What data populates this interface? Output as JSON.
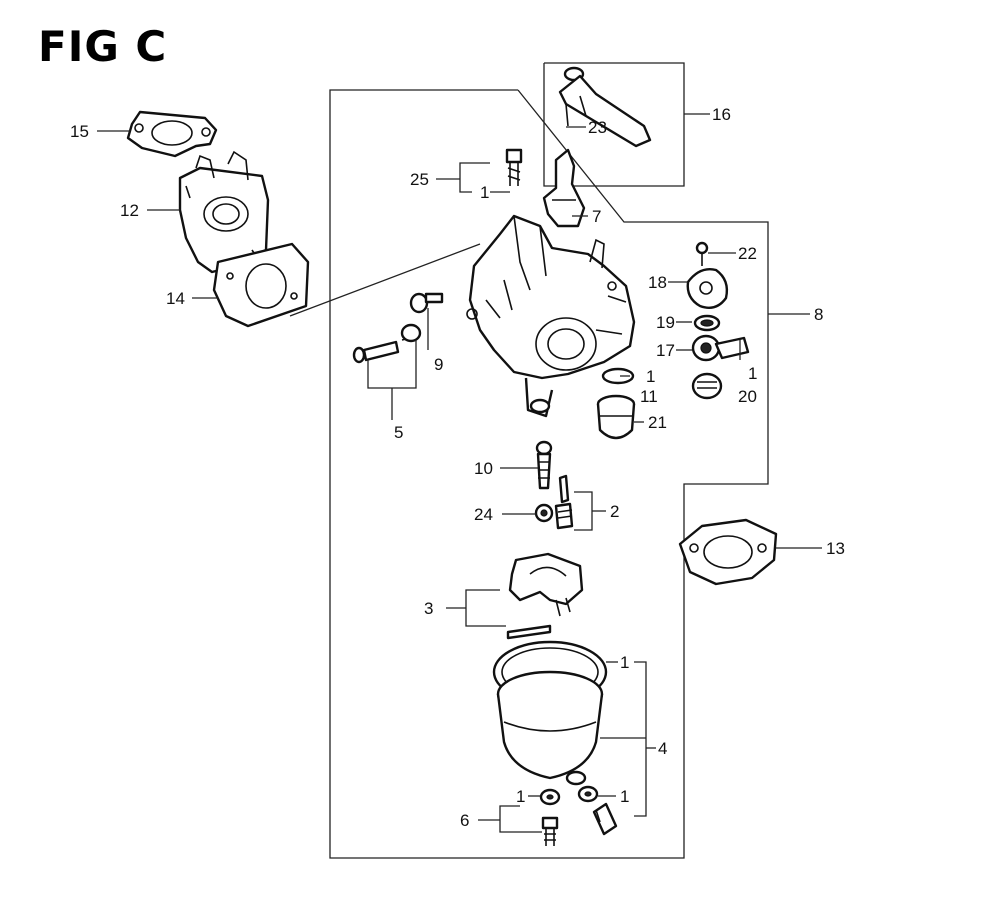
{
  "figure": {
    "title": "FIG C"
  },
  "labels": {
    "l15": "15",
    "l12": "12",
    "l14": "14",
    "l16": "16",
    "l23": "23",
    "l25": "25",
    "l1a": "1",
    "l7": "7",
    "l22": "22",
    "l8": "8",
    "l18": "18",
    "l19": "19",
    "l17": "17",
    "l1b": "1",
    "l20": "20",
    "l9": "9",
    "l5": "5",
    "l1c": "1",
    "l11": "11",
    "l21": "21",
    "l10": "10",
    "l2": "2",
    "l24": "24",
    "l13": "13",
    "l3": "3",
    "l1d": "1",
    "l4": "4",
    "l6": "6",
    "l1e": "1",
    "l1f": "1"
  }
}
